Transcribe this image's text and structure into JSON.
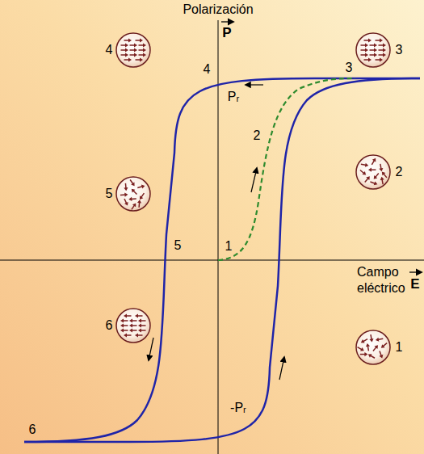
{
  "diagram": {
    "labels": [
      "Polarización",
      "P",
      "4",
      "3",
      "4",
      "3",
      "Pᵣ",
      "2",
      "5",
      "2",
      "1",
      "5",
      "Campo eléctrico",
      "E",
      "6",
      "1",
      "-Pᵣ",
      "6"
    ]
  }
}
